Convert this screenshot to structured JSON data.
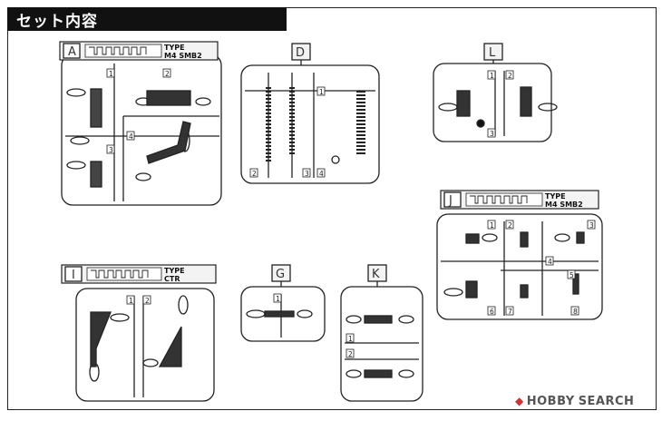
{
  "header": {
    "title": "セット内容"
  },
  "panels": {
    "A": {
      "letter": "A",
      "type_line1": "TYPE",
      "type_line2": "M4 SMB2",
      "numbers": [
        "1",
        "2",
        "3",
        "4"
      ]
    },
    "D": {
      "letter": "D",
      "numbers": [
        "1",
        "2",
        "3",
        "4"
      ]
    },
    "L": {
      "letter": "L",
      "numbers": [
        "1",
        "2",
        "3"
      ]
    },
    "J": {
      "letter": "J",
      "type_line1": "TYPE",
      "type_line2": "M4 SMB2",
      "numbers": [
        "1",
        "2",
        "3",
        "4",
        "5",
        "6",
        "7",
        "8"
      ]
    },
    "I": {
      "letter": "I",
      "type_line1": "TYPE",
      "type_line2": "CTR",
      "numbers": [
        "1",
        "2"
      ]
    },
    "G": {
      "letter": "G",
      "numbers": [
        "1"
      ]
    },
    "K": {
      "letter": "K",
      "numbers": [
        "1",
        "2"
      ]
    }
  },
  "watermark": {
    "brand": "HOBBY",
    "rest": "SEARCH"
  },
  "colors": {
    "ink": "#222222",
    "panel_bg": "#ffffff",
    "label_bg": "#f0f0f0",
    "watermark_icon": "#cc3333"
  }
}
